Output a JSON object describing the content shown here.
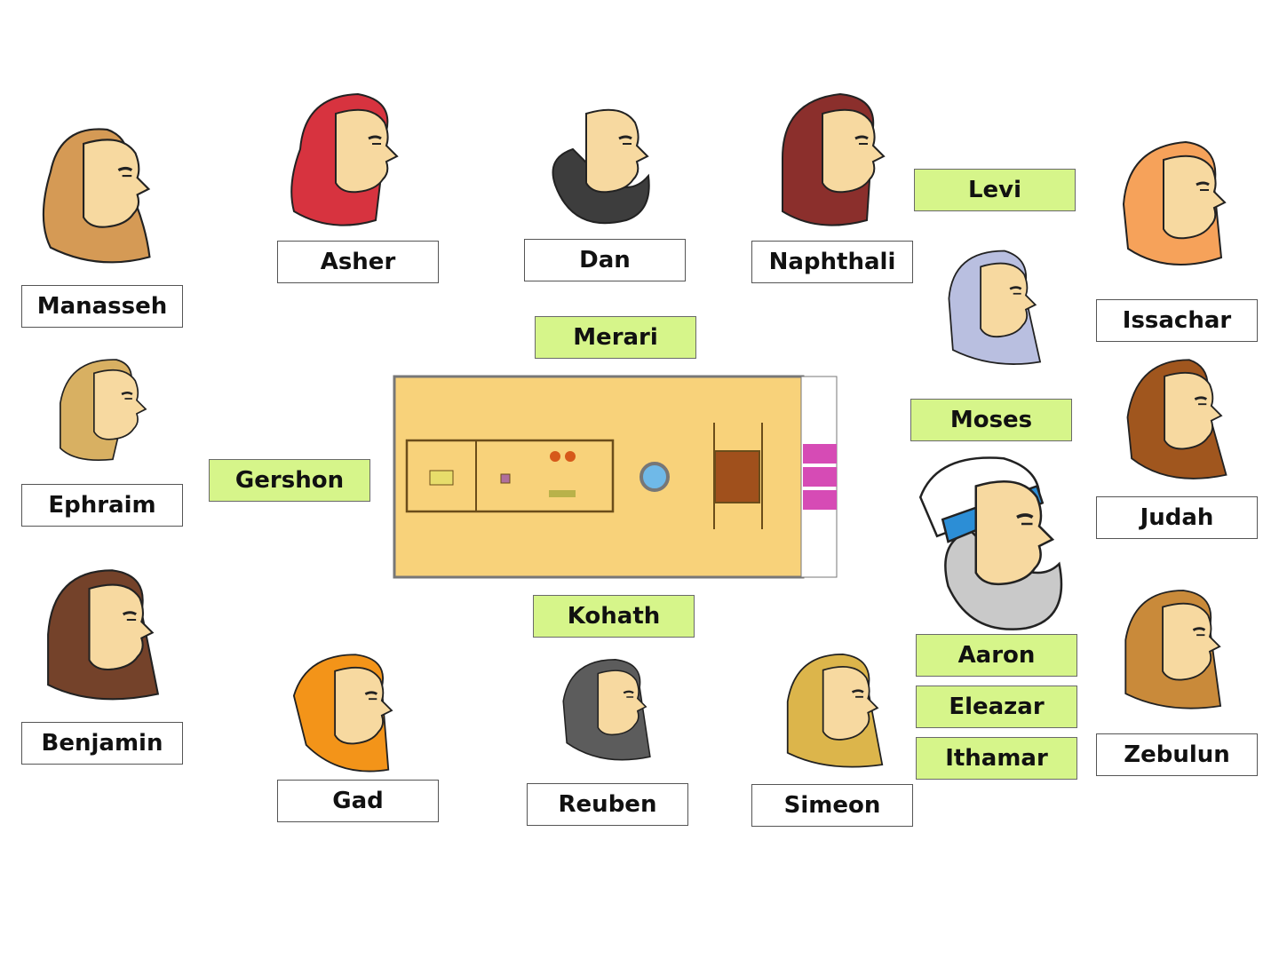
{
  "tribes": {
    "manasseh": "Manasseh",
    "asher": "Asher",
    "dan": "Dan",
    "naphthali": "Naphthali",
    "issachar": "Issachar",
    "ephraim": "Ephraim",
    "judah": "Judah",
    "benjamin": "Benjamin",
    "gad": "Gad",
    "reuben": "Reuben",
    "simeon": "Simeon",
    "zebulun": "Zebulun"
  },
  "levites": {
    "levi": "Levi",
    "merari": "Merari",
    "gershon": "Gershon",
    "kohath": "Kohath",
    "moses": "Moses",
    "aaron": "Aaron",
    "eleazar": "Eleazar",
    "ithamar": "Ithamar"
  },
  "colors": {
    "tribe_label_bg": "#ffffff",
    "levite_label_bg": "#d6f58a",
    "court": "#f8d27a",
    "skin": "#f7d9a0"
  },
  "icons": [
    "head-manasseh-icon",
    "head-asher-icon",
    "head-dan-icon",
    "head-naphthali-icon",
    "head-issachar-icon",
    "head-levi-icon",
    "head-ephraim-icon",
    "head-judah-icon",
    "head-aaron-icon",
    "head-benjamin-icon",
    "head-gad-icon",
    "head-reuben-icon",
    "head-simeon-icon",
    "head-zebulun-icon",
    "tabernacle-icon"
  ]
}
